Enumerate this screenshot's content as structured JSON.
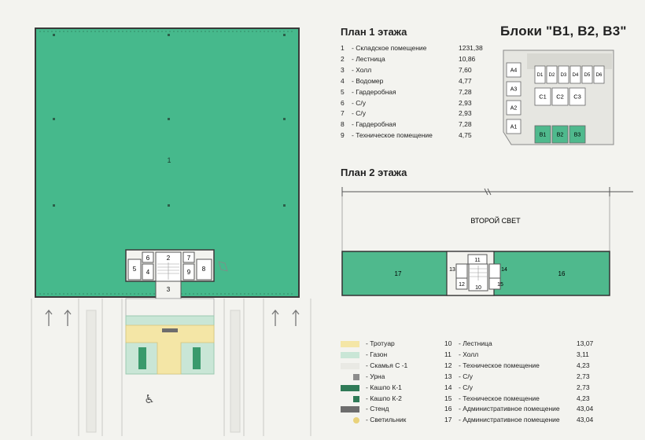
{
  "floor1": {
    "title": "План 1 этажа",
    "rooms": [
      {
        "num": "1",
        "name": "- Складское помещение",
        "area": "1231,38"
      },
      {
        "num": "2",
        "name": "- Лестница",
        "area": "10,86"
      },
      {
        "num": "3",
        "name": "- Холл",
        "area": "7,60"
      },
      {
        "num": "4",
        "name": "- Водомер",
        "area": "4,77"
      },
      {
        "num": "5",
        "name": "- Гардеробная",
        "area": "7,28"
      },
      {
        "num": "6",
        "name": "- С/у",
        "area": "2,93"
      },
      {
        "num": "7",
        "name": "- С/у",
        "area": "2,93"
      },
      {
        "num": "8",
        "name": "- Гардеробная",
        "area": "7,28"
      },
      {
        "num": "9",
        "name": "- Техническое помещение",
        "area": "4,75"
      }
    ]
  },
  "blocks": {
    "title": "Блоки \"B1, B2, B3\"",
    "a_labels": [
      "A4",
      "A3",
      "A2",
      "A1"
    ],
    "d_labels": [
      "D1",
      "D2",
      "D3",
      "D4",
      "D5",
      "D6"
    ],
    "c_labels": [
      "C1",
      "C2",
      "C3"
    ],
    "b_labels": [
      "B1",
      "B2",
      "B3"
    ]
  },
  "floor2": {
    "title": "План 2 этажа",
    "second_light": "ВТОРОЙ СВЕТ",
    "rooms": [
      {
        "num": "10",
        "name": "- Лестница",
        "area": "13,07"
      },
      {
        "num": "11",
        "name": "- Холл",
        "area": "3,11"
      },
      {
        "num": "12",
        "name": "- Техническое помещение",
        "area": "4,23"
      },
      {
        "num": "13",
        "name": "- С/у",
        "area": "2,73"
      },
      {
        "num": "14",
        "name": "- С/у",
        "area": "2,73"
      },
      {
        "num": "15",
        "name": "- Техническое помещение",
        "area": "4,23"
      },
      {
        "num": "16",
        "name": "- Административное помещение",
        "area": "43,04"
      },
      {
        "num": "17",
        "name": "- Административное помещение",
        "area": "43,04"
      }
    ]
  },
  "legend": [
    {
      "label": "- Тротуар",
      "color": "#f4e6a6"
    },
    {
      "label": "- Газон",
      "color": "#c9e6d6"
    },
    {
      "label": "- Скамья С -1",
      "color": "#e9e9e4"
    },
    {
      "label": "- Урна",
      "color": "#8c8c8c"
    },
    {
      "label": "- Кашпо К-1",
      "color": "#2f7a57"
    },
    {
      "label": "- Кашпо К-2",
      "color": "#2f7a57"
    },
    {
      "label": "- Стенд",
      "color": "#6d6d6d"
    },
    {
      "label": "- Светильник",
      "color": "#e9d27a"
    }
  ],
  "plan_labels": {
    "r1": "1",
    "r2": "2",
    "r3": "3",
    "r4": "4",
    "r5": "5",
    "r6": "6",
    "r7": "7",
    "r8": "8",
    "r9": "9",
    "r10": "10",
    "r11": "11",
    "r12": "12",
    "r13": "13",
    "r14": "14",
    "r15": "15",
    "r16": "16",
    "r17": "17"
  },
  "colors": {
    "warehouse": "#46b98c",
    "office": "#4fb98d",
    "block_highlight": "#4fb98d",
    "sidewalk": "#f4e6a6",
    "lawn": "#c9e6d6"
  }
}
